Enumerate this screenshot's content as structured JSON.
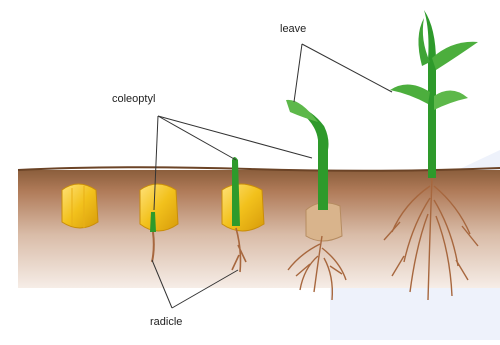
{
  "labels": {
    "leave": "leave",
    "coleoptyl": "coleoptyl",
    "radicle": "radicle"
  },
  "colors": {
    "soil_top": "#8b5e3c",
    "soil_mid": "#c9a58b",
    "soil_bottom": "#f3e8e1",
    "seed": "#f2c11c",
    "seed_dark": "#d79b0a",
    "stem": "#2e9a2b",
    "leaf": "#4cae3d",
    "root": "#a7673e",
    "line": "#333333"
  },
  "stages": [
    "seed",
    "germinating seed",
    "coleoptile emerging",
    "coleoptile above ground",
    "young plant"
  ]
}
